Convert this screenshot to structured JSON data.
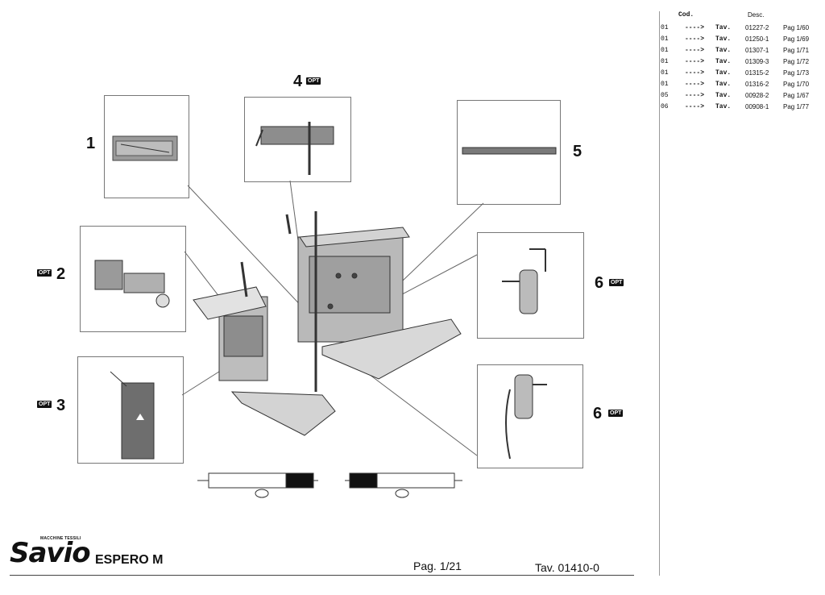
{
  "parts_table": {
    "header_cod": "Cod.",
    "header_desc": "Desc.",
    "rows": [
      {
        "cod": "01",
        "arrow": "---->",
        "tav": "Tav.",
        "num": "01227-2",
        "pag": "Pag 1/60"
      },
      {
        "cod": "01",
        "arrow": "---->",
        "tav": "Tav.",
        "num": "01250-1",
        "pag": "Pag 1/69"
      },
      {
        "cod": "01",
        "arrow": "---->",
        "tav": "Tav.",
        "num": "01307-1",
        "pag": "Pag 1/71"
      },
      {
        "cod": "01",
        "arrow": "---->",
        "tav": "Tav.",
        "num": "01309-3",
        "pag": "Pag 1/72"
      },
      {
        "cod": "01",
        "arrow": "---->",
        "tav": "Tav.",
        "num": "01315-2",
        "pag": "Pag 1/73"
      },
      {
        "cod": "01",
        "arrow": "---->",
        "tav": "Tav.",
        "num": "01316-2",
        "pag": "Pag 1/70"
      },
      {
        "cod": "05",
        "arrow": "---->",
        "tav": "Tav.",
        "num": "00928-2",
        "pag": "Pag 1/67"
      },
      {
        "cod": "06",
        "arrow": "---->",
        "tav": "Tav.",
        "num": "00908-1",
        "pag": "Pag 1/77"
      }
    ]
  },
  "callouts": {
    "n1": "1",
    "n2": "2",
    "n3": "3",
    "n4": "4",
    "n5": "5",
    "n6a": "6",
    "n6b": "6",
    "opt": "OPT"
  },
  "footer": {
    "brand": "Savio",
    "brand_tagline": "MACCHINE TESSILI",
    "model": "ESPERO M",
    "page": "Pag. 1/21",
    "tav": "Tav. 01410-0"
  }
}
